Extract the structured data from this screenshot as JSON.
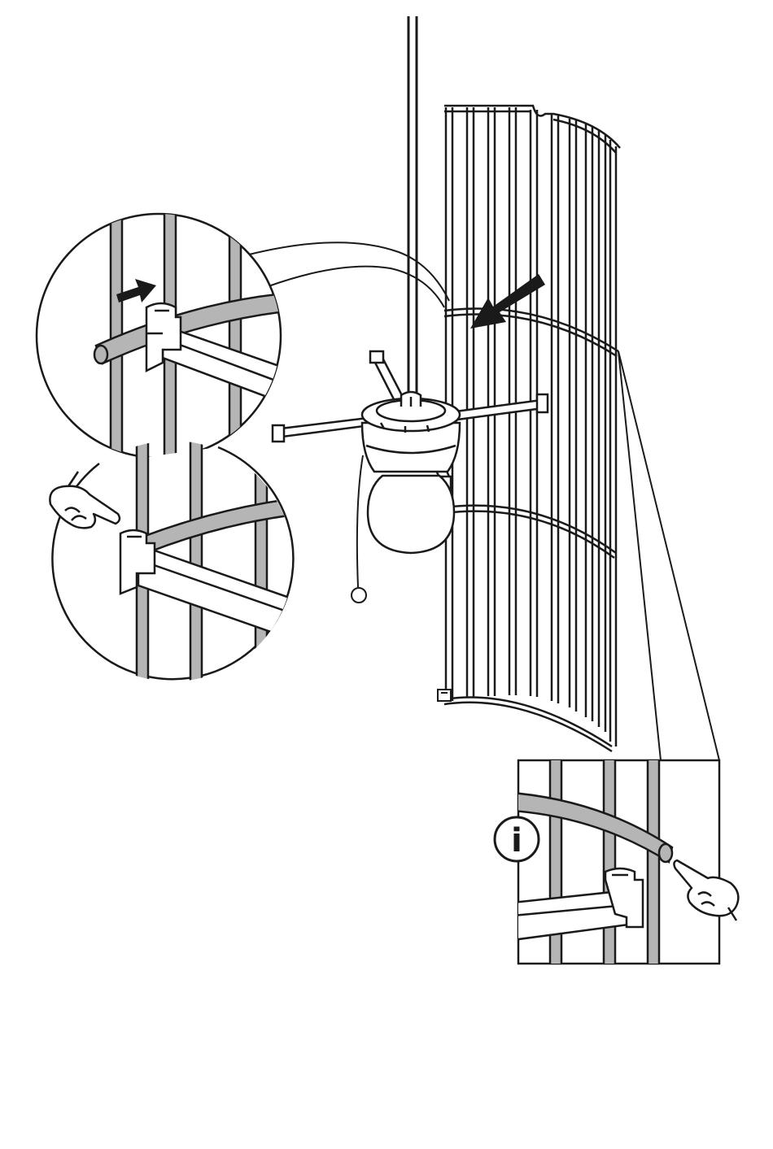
{
  "diagram": {
    "info_symbol": {
      "letter": "i",
      "icon": "info-icon"
    },
    "parts": [
      "pendant-cord",
      "light-bulb",
      "lamp-socket",
      "socket-support-arms",
      "pull-cord",
      "wire-cage-shade",
      "cage-clip"
    ],
    "callouts": [
      "detail-clip-insert",
      "detail-clip-hold",
      "detail-clip-info"
    ],
    "colors": {
      "line": "#1a1a1a",
      "wire_fill": "#b5b5b5",
      "background": "#ffffff"
    }
  }
}
